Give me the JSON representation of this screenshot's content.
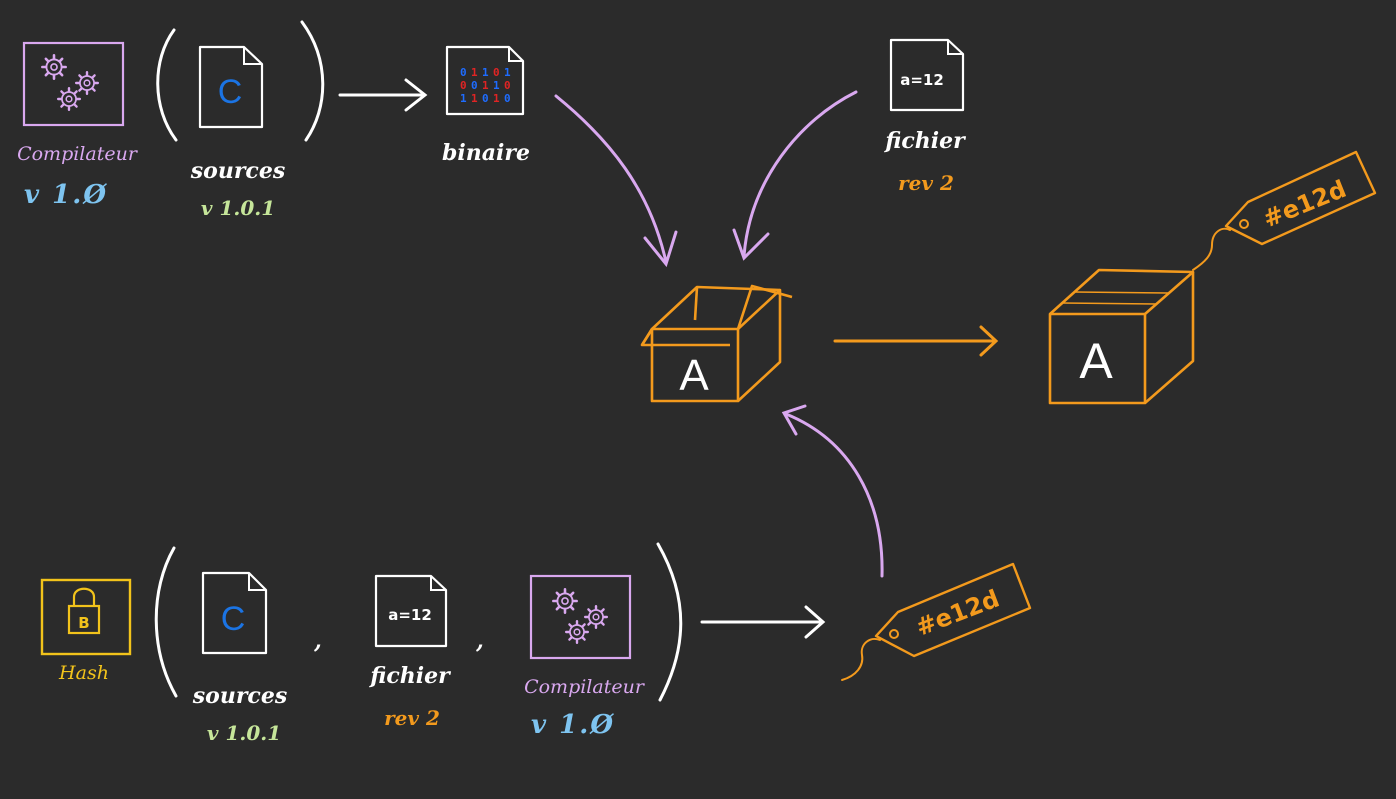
{
  "colors": {
    "background": "#2b2b2b",
    "purple": "#d9a8ef",
    "blue": "#7ec4f0",
    "green": "#c6e69a",
    "orange": "#f39a1d",
    "yellow": "#f2c31b",
    "white": "#ffffff",
    "file_c": "#1b74e4",
    "bits_blue": "#1e6cff",
    "bits_red": "#e02424"
  },
  "top": {
    "compiler": {
      "label": "Compilateur",
      "version": "v 1.Ø",
      "icon": "gears-icon"
    },
    "sources": {
      "label": "sources",
      "version": "v 1.0.1",
      "file_letter": "C",
      "icon": "c-file-icon"
    },
    "binary": {
      "label": "binaire",
      "icon": "binary-file-icon"
    },
    "file": {
      "label": "fichier",
      "revision": "rev 2",
      "content": "a=12",
      "icon": "text-file-icon"
    }
  },
  "center_box": {
    "letter": "A"
  },
  "sealed_box": {
    "letter": "A"
  },
  "top_tag": {
    "hash": "#e12d"
  },
  "bottom": {
    "hash": {
      "label": "Hash",
      "lock_letter": "B",
      "icon": "lock-icon"
    },
    "sources": {
      "label": "sources",
      "version": "v 1.0.1",
      "file_letter": "C"
    },
    "file": {
      "label": "fichier",
      "revision": "rev 2",
      "content": "a=12"
    },
    "compiler": {
      "label": "Compilateur",
      "version": "v 1.Ø"
    },
    "separator_1": ",",
    "separator_2": ","
  },
  "bottom_tag": {
    "hash": "#e12d"
  }
}
